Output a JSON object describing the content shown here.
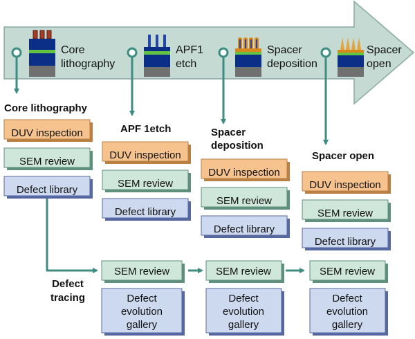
{
  "colors": {
    "arrow_fill": "#c4dad2",
    "arrow_stroke": "#8aa9a3",
    "connector": "#3d8d83",
    "duv_fill": "#f6c38f",
    "duv_shadow": "#b97f43",
    "sem_fill": "#cfe6da",
    "sem_shadow": "#5f8f7d",
    "lib_fill": "#cdd9ef",
    "lib_shadow": "#5767a0",
    "wafer_top": "#0b2f86",
    "wafer_green": "#63c342",
    "wafer_gray": "#707070",
    "resist_core": "#a53a25",
    "resist_apf": "#2346a8",
    "resist_spacer": "#d9881c",
    "resist_open": "#e4a23b"
  },
  "process_steps": [
    {
      "label_line1": "Core",
      "label_line2": "lithography",
      "icon": "core-lithography-icon"
    },
    {
      "label_line1": "APF1",
      "label_line2": "etch",
      "icon": "apf-etch-icon"
    },
    {
      "label_line1": "Spacer",
      "label_line2": "deposition",
      "icon": "spacer-deposition-icon"
    },
    {
      "label_line1": "Spacer",
      "label_line2": "open",
      "icon": "spacer-open-icon"
    }
  ],
  "columns": [
    {
      "heading_line1": "Core lithography",
      "heading_line2": "",
      "duv": "DUV inspection",
      "sem": "SEM review",
      "lib": "Defect library"
    },
    {
      "heading_line1": "APF 1etch",
      "heading_line2": "",
      "duv": "DUV inspection",
      "sem": "SEM review",
      "lib": "Defect library"
    },
    {
      "heading_line1": "Spacer",
      "heading_line2": "deposition",
      "duv": "DUV inspection",
      "sem": "SEM review",
      "lib": "Defect library"
    },
    {
      "heading_line1": "Spacer open",
      "heading_line2": "",
      "duv": "DUV inspection",
      "sem": "SEM review",
      "lib": "Defect library"
    }
  ],
  "tracing": {
    "label_line1": "Defect",
    "label_line2": "tracing",
    "stages": [
      {
        "sem": "SEM review",
        "gallery_line1": "Defect",
        "gallery_line2": "evolution",
        "gallery_line3": "gallery"
      },
      {
        "sem": "SEM review",
        "gallery_line1": "Defect",
        "gallery_line2": "evolution",
        "gallery_line3": "gallery"
      },
      {
        "sem": "SEM review",
        "gallery_line1": "Defect",
        "gallery_line2": "evolution",
        "gallery_line3": "gallery"
      }
    ]
  }
}
